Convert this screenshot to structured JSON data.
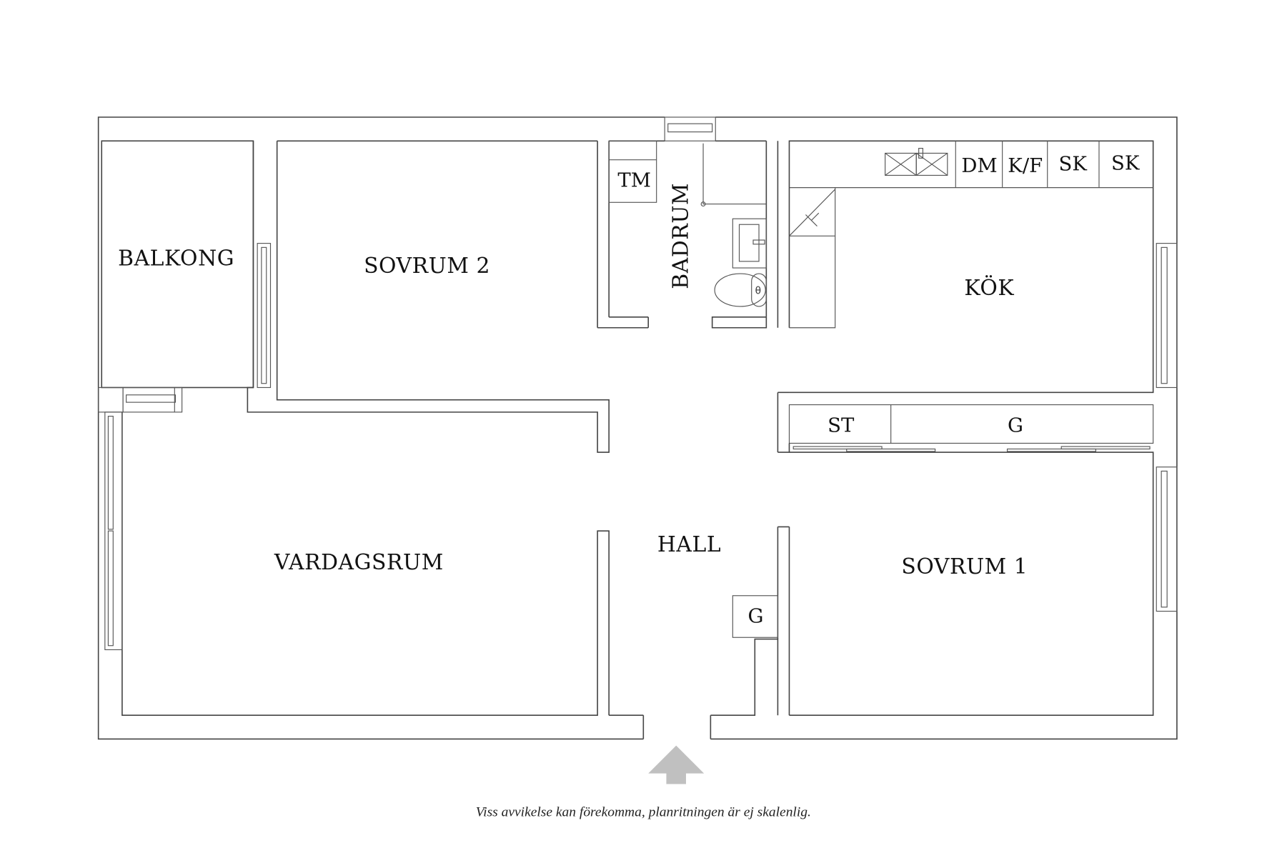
{
  "plan": {
    "rooms": {
      "balkong": "BALKONG",
      "sovrum2": "SOVRUM 2",
      "badrum": "BADRUM",
      "kok": "KÖK",
      "vardagsrum": "VARDAGSRUM",
      "hall": "HALL",
      "sovrum1": "SOVRUM 1"
    },
    "fixtures": {
      "tm": "TM",
      "dm": "DM",
      "kf": "K/F",
      "sk1": "SK",
      "sk2": "SK",
      "st": "ST",
      "g_wardrobe": "G",
      "g_hall": "G"
    },
    "entrance_arrow_color": "#c0c0c0",
    "footnote": "Viss avvikelse kan förekomma, planritningen är ej skalenlig."
  }
}
